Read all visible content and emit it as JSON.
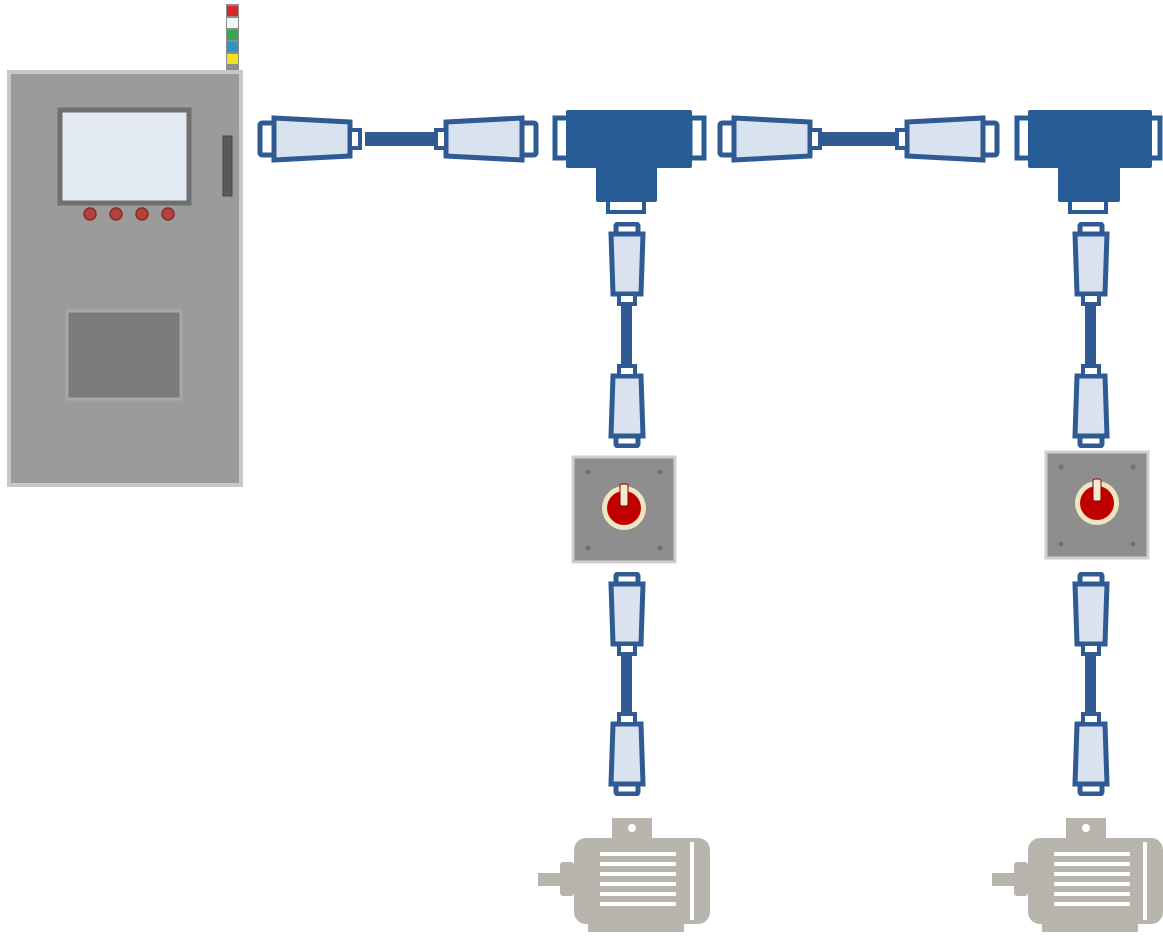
{
  "diagram": {
    "kind": "industrial-bus-topology",
    "colors": {
      "cable_blue": "#2f5a93",
      "tee_blue": "#285c97",
      "connector_fill": "#d9e2ef",
      "cabinet_gray": "#9b9b9b",
      "cabinet_border": "#c7c7c7",
      "screen": "#e3e9f2",
      "switch_box": "#8e8e8e",
      "switch_knob": "#c00000",
      "motor_gray": "#b8b5ad",
      "beacon_red": "#d8262a",
      "beacon_green": "#35a853",
      "beacon_blue": "#2e95c6",
      "beacon_yellow": "#f1e416"
    },
    "control_cabinet": {
      "icon": "control-cabinet-icon",
      "has_display": true,
      "indicator_lights": 4,
      "signal_tower_segments": [
        "red",
        "white",
        "green",
        "blue",
        "yellow"
      ]
    },
    "trunk": {
      "tee_count": 2
    },
    "drops": [
      {
        "id": "drop-1",
        "switch_icon": "rotary-switch-icon",
        "motor_icon": "electric-motor-icon"
      },
      {
        "id": "drop-2",
        "switch_icon": "rotary-switch-icon",
        "motor_icon": "electric-motor-icon"
      }
    ]
  }
}
